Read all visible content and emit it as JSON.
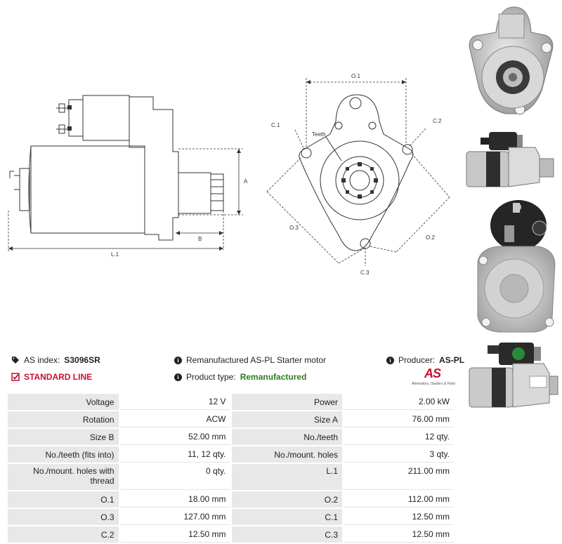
{
  "drawing_side": {
    "label_a": "A",
    "label_b": "B",
    "label_l1": "L.1"
  },
  "drawing_front": {
    "label_o1": "O.1",
    "label_o2": "O.2",
    "label_o3": "O.3",
    "label_c1": "C.1",
    "label_c2": "C.2",
    "label_c3": "C.3",
    "label_teeth": "Teeth"
  },
  "header": {
    "as_index_label": "AS index:",
    "as_index_value": "S3096SR",
    "description": "Remanufactured AS-PL Starter motor",
    "producer_label": "Producer:",
    "producer_value": "AS-PL",
    "standard_line": "STANDARD LINE",
    "product_type_label": "Product type:",
    "product_type_value": "Remanufactured",
    "logo_text": "AS",
    "logo_tagline": "Alternators, Starters & Parts"
  },
  "specs": {
    "rows": [
      {
        "k1": "Voltage",
        "v1": "12 V",
        "k2": "Power",
        "v2": "2.00 kW"
      },
      {
        "k1": "Rotation",
        "v1": "ACW",
        "k2": "Size A",
        "v2": "76.00 mm"
      },
      {
        "k1": "Size B",
        "v1": "52.00 mm",
        "k2": "No./teeth",
        "v2": "12 qty."
      },
      {
        "k1": "No./teeth (fits into)",
        "v1": "11, 12 qty.",
        "k2": "No./mount. holes",
        "v2": "3 qty."
      },
      {
        "k1": "No./mount. holes with thread",
        "v1": "0 qty.",
        "k2": "L.1",
        "v2": "211.00 mm"
      },
      {
        "k1": "O.1",
        "v1": "18.00 mm",
        "k2": "O.2",
        "v2": "112.00 mm"
      },
      {
        "k1": "O.3",
        "v1": "127.00 mm",
        "k2": "C.1",
        "v2": "12.50 mm"
      },
      {
        "k1": "C.2",
        "v1": "12.50 mm",
        "k2": "C.3",
        "v2": "12.50 mm"
      }
    ]
  },
  "colors": {
    "accent_red": "#c8102e",
    "green": "#2e7d1f",
    "key_cell_bg": "#e8e8e8"
  },
  "icons": {
    "tag": "tag-icon",
    "info": "info-icon",
    "check": "checkbox-icon"
  }
}
